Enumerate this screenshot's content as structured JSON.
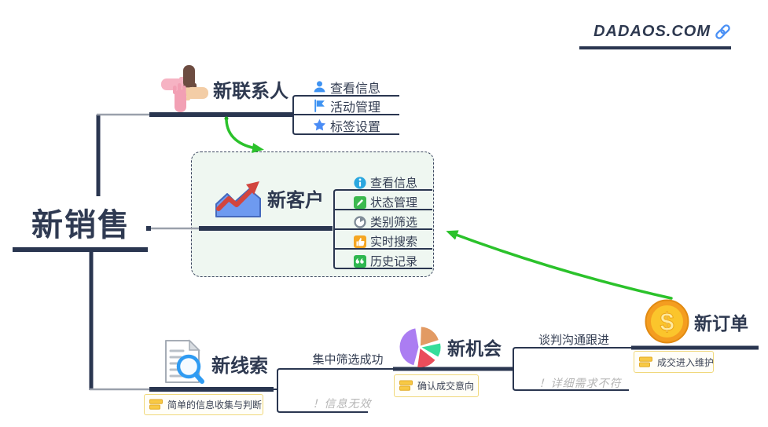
{
  "site": {
    "name": "DADAOS.COM",
    "icon": "link-icon"
  },
  "root": {
    "label": "新销售"
  },
  "contact": {
    "label": "新联系人",
    "icon": "hands-unity-icon",
    "items": [
      {
        "icon": "user-icon",
        "label": "查看信息"
      },
      {
        "icon": "flag-icon",
        "label": "活动管理"
      },
      {
        "icon": "star-icon",
        "label": "标签设置"
      }
    ]
  },
  "customer": {
    "label": "新客户",
    "icon": "growth-chart-icon",
    "items": [
      {
        "icon": "info-icon",
        "label": "查看信息"
      },
      {
        "icon": "edit-icon",
        "label": "状态管理"
      },
      {
        "icon": "pie-icon",
        "label": "类别筛选"
      },
      {
        "icon": "thumbs-up-icon",
        "label": "实时搜索"
      },
      {
        "icon": "quote-icon",
        "label": "历史记录"
      }
    ]
  },
  "lead": {
    "label": "新线索",
    "icon": "doc-search-icon",
    "note": "简单的信息收集与判断"
  },
  "screening": {
    "label": "集中筛选成功",
    "fail": "！信息无效"
  },
  "opportunity": {
    "label": "新机会",
    "icon": "pie-chart-icon",
    "note": "确认成交意向"
  },
  "negotiation": {
    "label": "谈判沟通跟进",
    "fail": "！详细需求不符"
  },
  "order": {
    "label": "新订单",
    "icon": "coin-icon",
    "note": "成交进入维护"
  },
  "colors": {
    "navy_line": "#2a3650",
    "gray_connector": "#9aa0ab",
    "green_arrow": "#2bc22b",
    "group_box_fill": "#eff7f1",
    "note_border": "#f0d87a",
    "note_icon": "#f8c944",
    "fail_text": "#b5b5b5",
    "blue_icon": "#3f93f2"
  }
}
